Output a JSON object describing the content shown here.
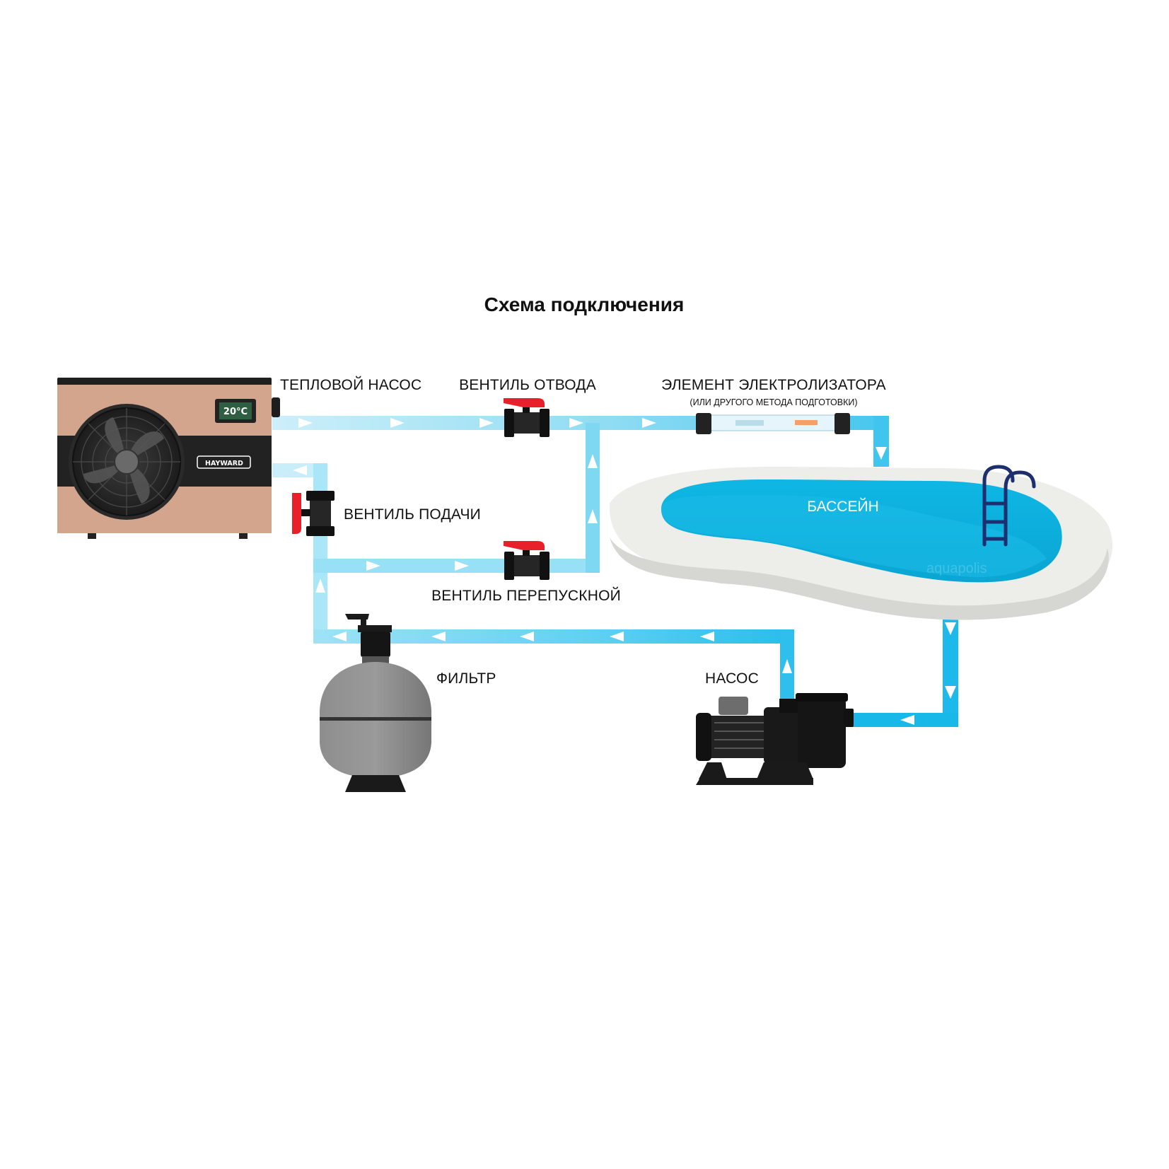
{
  "title": "Схема подключения",
  "labels": {
    "heat_pump": "ТЕПЛОВОЙ НАСОС",
    "outlet_valve": "ВЕНТИЛЬ ОТВОДА",
    "electrolyzer": "ЭЛЕМЕНТ ЭЛЕКТРОЛИЗАТОРА",
    "electrolyzer_sub": "(ИЛИ ДРУГОГО МЕТОДА ПОДГОТОВКИ)",
    "supply_valve": "ВЕНТИЛЬ ПОДАЧИ",
    "bypass_valve": "ВЕНТИЛЬ ПЕРЕПУСКНОЙ",
    "pool": "БАССЕЙН",
    "filter": "ФИЛЬТР",
    "pump": "НАСОС"
  },
  "heat_pump_display": "20°C",
  "heat_pump_brand": "HAYWARD",
  "watermark": "aquapolis",
  "colors": {
    "pipe_light": "#c4ecf8",
    "pipe_mid": "#7fd8f2",
    "pipe_dark": "#3cc4ee",
    "valve_handle": "#e8202a",
    "heat_pump_body": "#d3a58d",
    "pool_water": "#14b4e0",
    "pool_deck": "#ededea",
    "filter_body": "#808080"
  }
}
